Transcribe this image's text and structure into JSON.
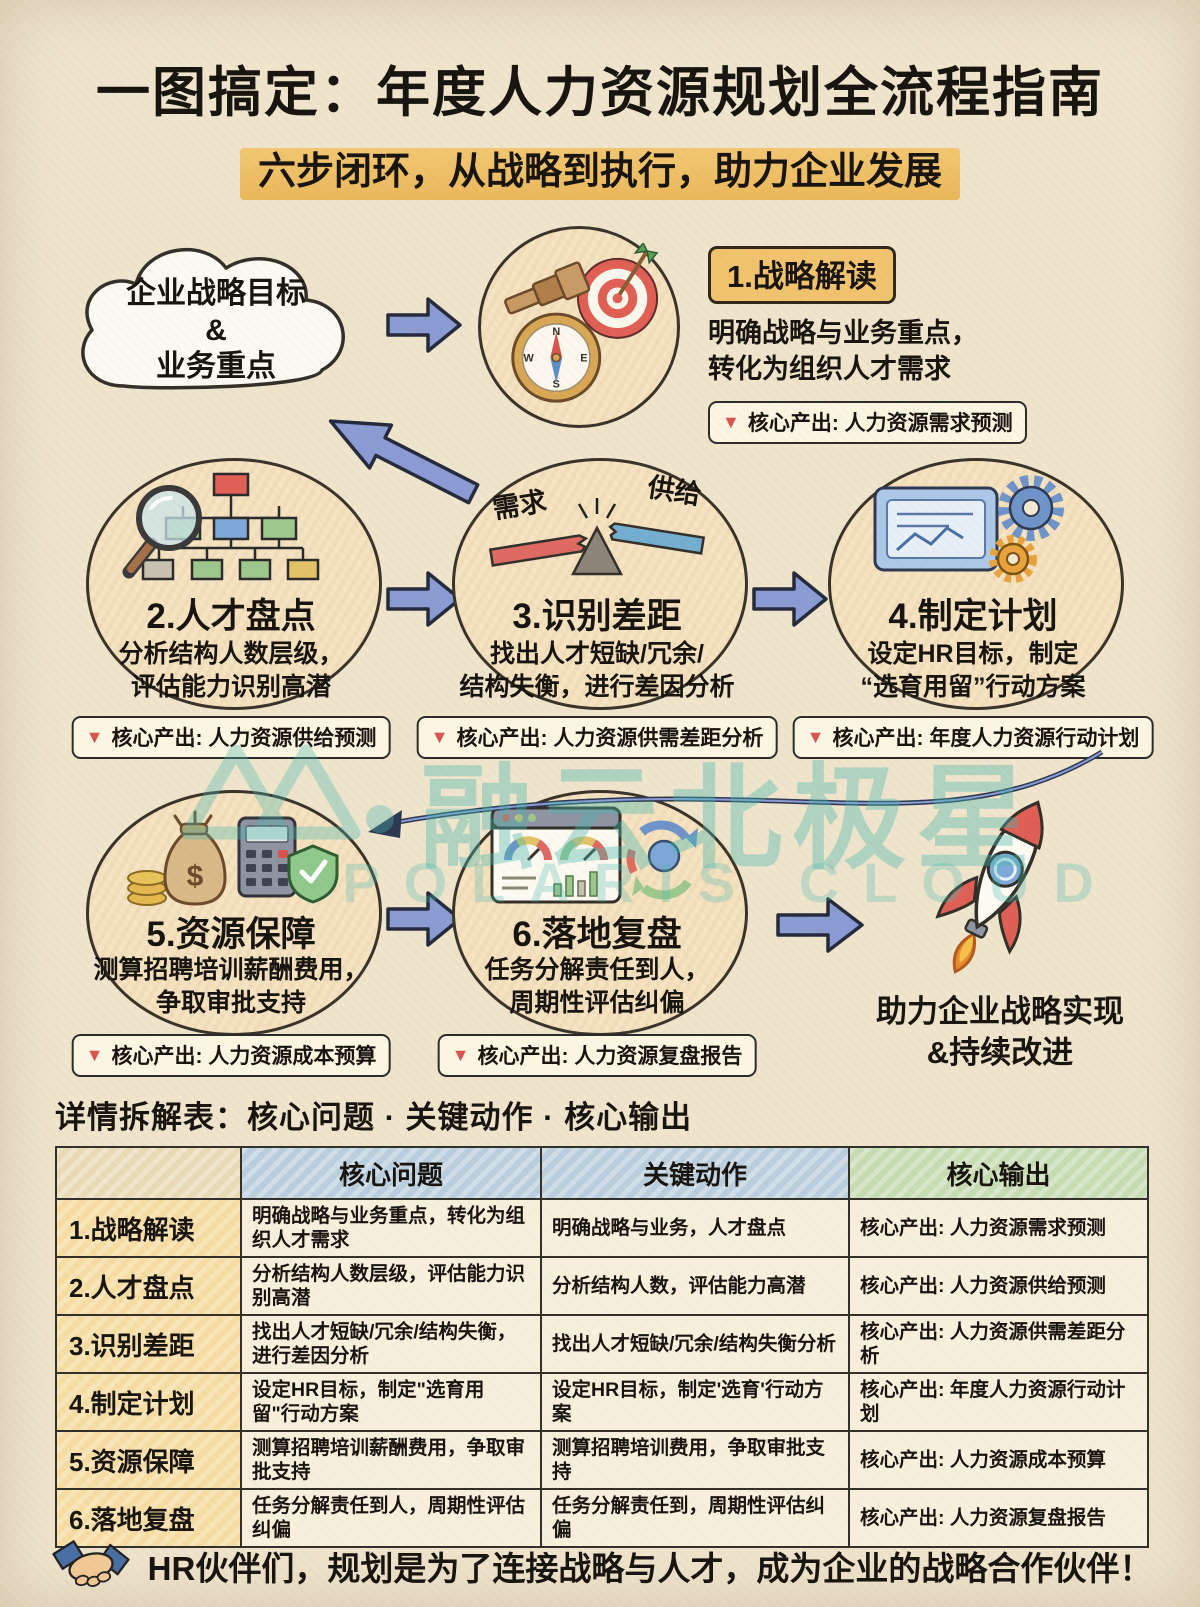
{
  "header": {
    "title": "一图搞定：年度人力资源规划全流程指南",
    "subtitle": "六步闭环，从战略到执行，助力企业发展"
  },
  "flow": {
    "cloud": {
      "line1": "企业战略目标",
      "line2": "&",
      "line3": "业务重点"
    },
    "steps": [
      {
        "title": "1.战略解读",
        "desc1": "明确战略与业务重点，",
        "desc2": "转化为组织人才需求",
        "output": "核心产出: 人力资源需求预测"
      },
      {
        "title": "2.人才盘点",
        "desc1": "分析结构人数层级，",
        "desc2": "评估能力识别高潜",
        "output": "核心产出: 人力资源供给预测"
      },
      {
        "title": "3.识别差距",
        "desc1": "找出人才短缺/冗余/",
        "desc2": "结构失衡，进行差因分析",
        "output": "核心产出: 人力资源供需差距分析",
        "balance_left": "需求",
        "balance_right": "供给"
      },
      {
        "title": "4.制定计划",
        "desc1": "设定HR目标，制定",
        "desc2": "“选育用留”行动方案",
        "output": "核心产出: 年度人力资源行动计划"
      },
      {
        "title": "5.资源保障",
        "desc1": "测算招聘培训薪酬费用，",
        "desc2": "争取审批支持",
        "output": "核心产出: 人力资源成本预算"
      },
      {
        "title": "6.落地复盘",
        "desc1": "任务分解责任到人，",
        "desc2": "周期性评估纠偏",
        "output": "核心产出: 人力资源复盘报告"
      }
    ],
    "result1": "助力企业战略实现",
    "result2": "&持续改进"
  },
  "watermark": {
    "cn": "融云北极星",
    "en": "POLARIS CLOUD"
  },
  "table": {
    "section_title": "详情拆解表：核心问题 · 关键动作 · 核心输出",
    "headers": {
      "col1": "",
      "col2": "核心问题",
      "col3": "关键动作",
      "col4": "核心输出"
    },
    "rows": [
      {
        "name": "1.战略解读",
        "question": "明确战略与业务重点，转化为组织人才需求",
        "action": "明确战略与业务，人才盘点",
        "output": "核心产出: 人力资源需求预测"
      },
      {
        "name": "2.人才盘点",
        "question": "分析结构人数层级，评估能力识别高潜",
        "action": "分析结构人数，评估能力高潜",
        "output": "核心产出: 人力资源供给预测"
      },
      {
        "name": "3.识别差距",
        "question": "找出人才短缺/冗余/结构失衡，进行差因分析",
        "action": "找出人才短缺/冗余/结构失衡分析",
        "output": "核心产出: 人力资源供需差距分析"
      },
      {
        "name": "4.制定计划",
        "question": "设定HR目标，制定\"选育用留\"行动方案",
        "action": "设定HR目标，制定'选育'行动方案",
        "output": "核心产出: 年度人力资源行动计划"
      },
      {
        "name": "5.资源保障",
        "question": "测算招聘培训薪酬费用，争取审批支持",
        "action": "测算招聘培训费用，争取审批支持",
        "output": "核心产出: 人力资源成本预算"
      },
      {
        "name": "6.落地复盘",
        "question": "任务分解责任到人，周期性评估纠偏",
        "action": "任务分解责任到，周期性评估纠偏",
        "output": "核心产出: 人力资源复盘报告"
      }
    ]
  },
  "footer": {
    "message": "HR伙伴们，规划是为了连接战略与人才，成为企业的战略合作伙伴！"
  },
  "icons": {
    "down_triangle": "▼"
  },
  "colors": {
    "paper": "#efe4cc",
    "accent_orange": "#f2c36e",
    "highlight_yellow": "#f0c067",
    "arrow_blue": "#8b9bd4",
    "badge_red": "#d9534f",
    "table_header_blue": "#b9cede",
    "table_header_green": "#c6dcb3",
    "table_name_tan": "#f6dda3",
    "watermark_teal": "#49b8ae"
  }
}
